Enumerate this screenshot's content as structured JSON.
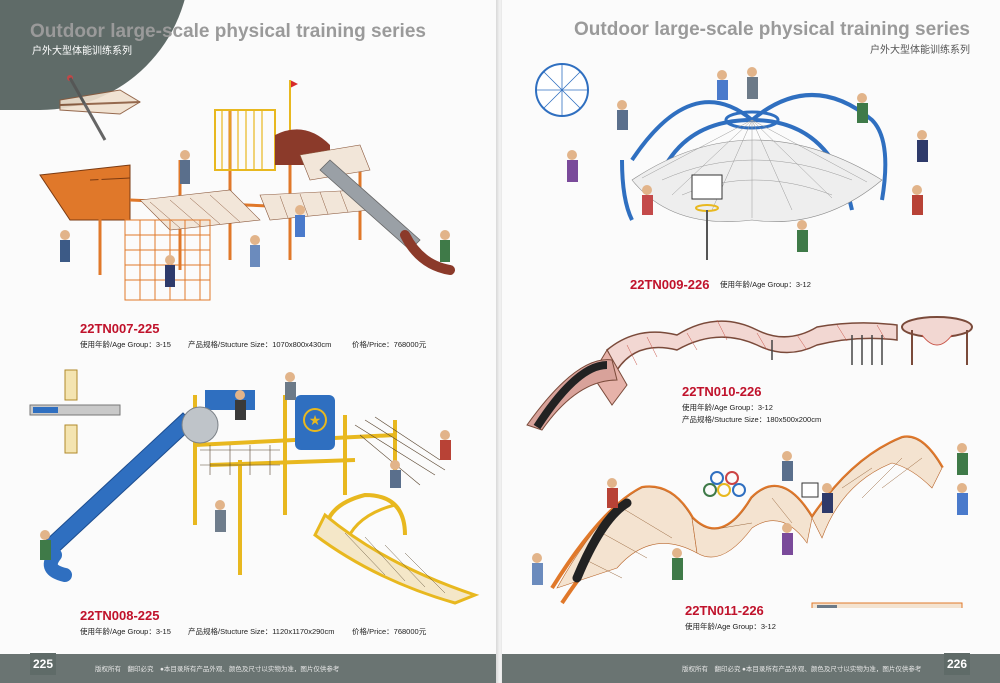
{
  "left_page": {
    "header_en": "Outdoor large-scale physical training series",
    "header_cn": "户外大型体能训练系列",
    "products": [
      {
        "code": "22TN007-225",
        "age": "使用年龄/Age Group：3-15",
        "size": "产品规格/Stucture Size：1070x800x430cm",
        "price": "价格/Price：768000元"
      },
      {
        "code": "22TN008-225",
        "age": "使用年龄/Age Group：3-15",
        "size": "产品规格/Stucture Size：1120x1170x290cm",
        "price": "价格/Price：768000元"
      }
    ],
    "page_number": "225",
    "footer_rights": "版权所有　翻印必究",
    "footer_note": "●本目录所有产品外观、颜色及尺寸以实物为准，图片仅供参考"
  },
  "right_page": {
    "header_en": "Outdoor large-scale physical training series",
    "header_cn": "户外大型体能训练系列",
    "products": [
      {
        "code": "22TN009-226",
        "age": "使用年龄/Age Group：3-12"
      },
      {
        "code": "22TN010-226",
        "age": "使用年龄/Age Group：3-12",
        "size": "产品规格/Stucture Size：180x500x200cm"
      },
      {
        "code": "22TN011-226",
        "age": "使用年龄/Age Group：3-12"
      }
    ],
    "page_number": "226",
    "footer_rights": "版权所有　翻印必究",
    "footer_note": "●本目录所有产品外观、颜色及尺寸以实物为准，图片仅供参考"
  },
  "colors": {
    "header_gray": "#9a9a9a",
    "code_red": "#c0122b",
    "footer_band": "#6a7472",
    "structure_orange": "#e0782a",
    "structure_blue": "#2f6fc0",
    "structure_yellow": "#e8b81f",
    "net_red": "#c9564a",
    "slide_dark": "#2a2a2a"
  }
}
